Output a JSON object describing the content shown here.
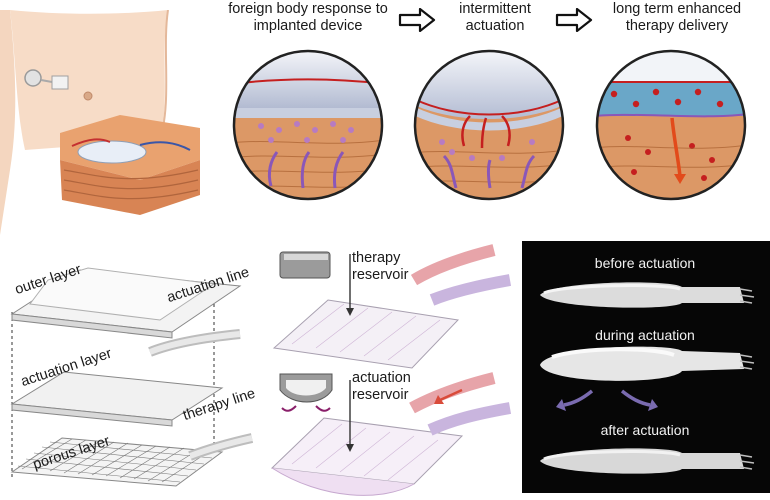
{
  "stages": [
    {
      "caption": "foreign body response to implanted device"
    },
    {
      "caption": "intermittent actuation"
    },
    {
      "caption": "long term enhanced therapy delivery"
    }
  ],
  "layers": {
    "outer": "outer layer",
    "actuation": "actuation layer",
    "porous": "porous layer",
    "actuation_line": "actuation line",
    "therapy_line": "therapy line"
  },
  "reservoirs": {
    "therapy": "therapy reservoir",
    "actuation": "actuation reservoir"
  },
  "photos": {
    "before": "before actuation",
    "during": "during actuation",
    "after": "after actuation"
  },
  "colors": {
    "tissue": "#d98f5c",
    "membrane": "#c51f1f",
    "arrow_purple": "#8a57b8",
    "fluid": "#6aa7c8"
  }
}
